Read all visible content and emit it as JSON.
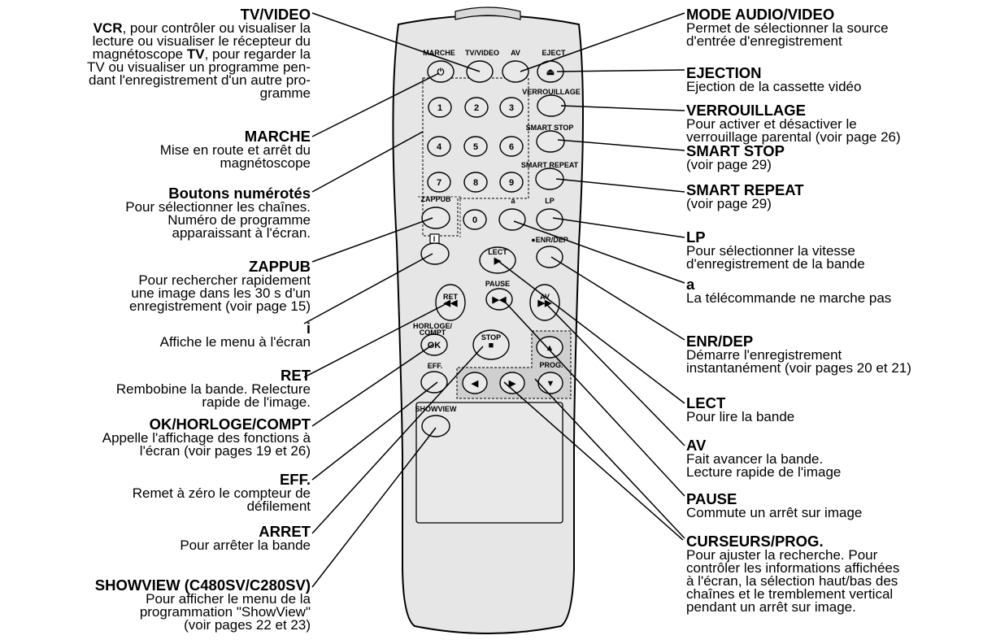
{
  "left_callouts": [
    {
      "id": "tvvideo",
      "title": "TV/VIDEO",
      "desc_lead": "VCR",
      "desc": ", pour contrôler ou visualiser la\nlecture ou visualiser le récepteur du\nmagnétoscope ",
      "desc_lead2": "TV",
      "desc2": ", pour regarder la\nTV ou visualiser un programme pen-\ndant l'enregistrement d'un autre pro-\ngramme"
    },
    {
      "id": "marche",
      "title": "MARCHE",
      "desc": "Mise en route et arrêt du\nmagnétoscope"
    },
    {
      "id": "boutons",
      "title": "Boutons numérotés",
      "desc": "Pour sélectionner les chaînes.\nNuméro de programme\napparaissant à l'écran."
    },
    {
      "id": "zappub",
      "title": "ZAPPUB",
      "desc": "Pour rechercher rapidement\nune image dans les 30 s d'un\nenregistrement (voir page 15)"
    },
    {
      "id": "i",
      "title": "i",
      "desc": "Affiche le menu à l'écran"
    },
    {
      "id": "ret",
      "title": "RET",
      "desc": "Rembobine la bande. Relecture\nrapide de l'image."
    },
    {
      "id": "ok",
      "title": "OK/HORLOGE/COMPT",
      "desc": "Appelle l'affichage des fonctions à\nl'écran (voir pages 19 et 26)"
    },
    {
      "id": "eff",
      "title": "EFF.",
      "desc": "Remet à zéro le compteur de\ndéfilement"
    },
    {
      "id": "arret",
      "title": "ARRET",
      "desc": "Pour arrêter la bande"
    },
    {
      "id": "showview",
      "title": "SHOWVIEW (C480SV/C280SV)",
      "desc": "Pour afficher le menu de la\nprogrammation \"ShowView\"\n(voir pages 22 et 23)"
    }
  ],
  "right_callouts": [
    {
      "id": "modeav",
      "title": "MODE AUDIO/VIDEO",
      "desc": "Permet de sélectionner la source\nd'entrée d'enregistrement"
    },
    {
      "id": "ejection",
      "title": "EJECTION",
      "desc": "Ejection de la cassette vidéo"
    },
    {
      "id": "verrou",
      "title": "VERROUILLAGE",
      "desc": "Pour activer et désactiver le\nverrouillage parental (voir page 26)"
    },
    {
      "id": "smartstop",
      "title": "SMART STOP",
      "desc": "(voir page 29)"
    },
    {
      "id": "smartrepeat",
      "title": "SMART REPEAT",
      "desc": "(voir page 29)"
    },
    {
      "id": "lp",
      "title": "LP",
      "desc": "Pour sélectionner la vitesse\nd'enregistrement de la bande"
    },
    {
      "id": "a",
      "title": "a",
      "desc": "La télécommande ne marche pas"
    },
    {
      "id": "enrdep",
      "title": "ENR/DEP",
      "desc": "Démarre l'enregistrement\ninstantanément (voir pages 20 et 21)"
    },
    {
      "id": "lect",
      "title": "LECT",
      "desc": "Pour lire la bande"
    },
    {
      "id": "av",
      "title": "AV",
      "desc": "Fait avancer la bande.\nLecture rapide de l'image"
    },
    {
      "id": "pause",
      "title": "PAUSE",
      "desc": "Commute un arrêt sur image"
    },
    {
      "id": "curseurs",
      "title": "CURSEURS/PROG.",
      "desc": "Pour ajuster la recherche. Pour\ncontrôler les informations affichées\nà l'écran, la sélection haut/bas des\nchaînes et le tremblement vertical\npendant un arrêt sur image."
    }
  ],
  "remote_labels": {
    "marche": "MARCHE",
    "tvvideo": "TV/VIDEO",
    "av": "AV",
    "eject": "EJECT",
    "verrou": "VERROUILLAGE",
    "smartstop": "SMART STOP",
    "smartrepeat": "SMART REPEAT",
    "zappub": "ZAPPUB",
    "a": "a",
    "lp": "LP",
    "enrdep": "●ENR/DEP",
    "i": "I",
    "lect": "LECT",
    "ret": "RET",
    "pause": "PAUSE",
    "avff": "AV",
    "horloge": "HORLOGE/\nCOMPT",
    "ok": "OK",
    "stop": "STOP",
    "eff": "EFF.",
    "prog": "PROG.",
    "showview": "SHOWVIEW"
  },
  "digits": [
    "1",
    "2",
    "3",
    "4",
    "5",
    "6",
    "7",
    "8",
    "9",
    "0"
  ]
}
